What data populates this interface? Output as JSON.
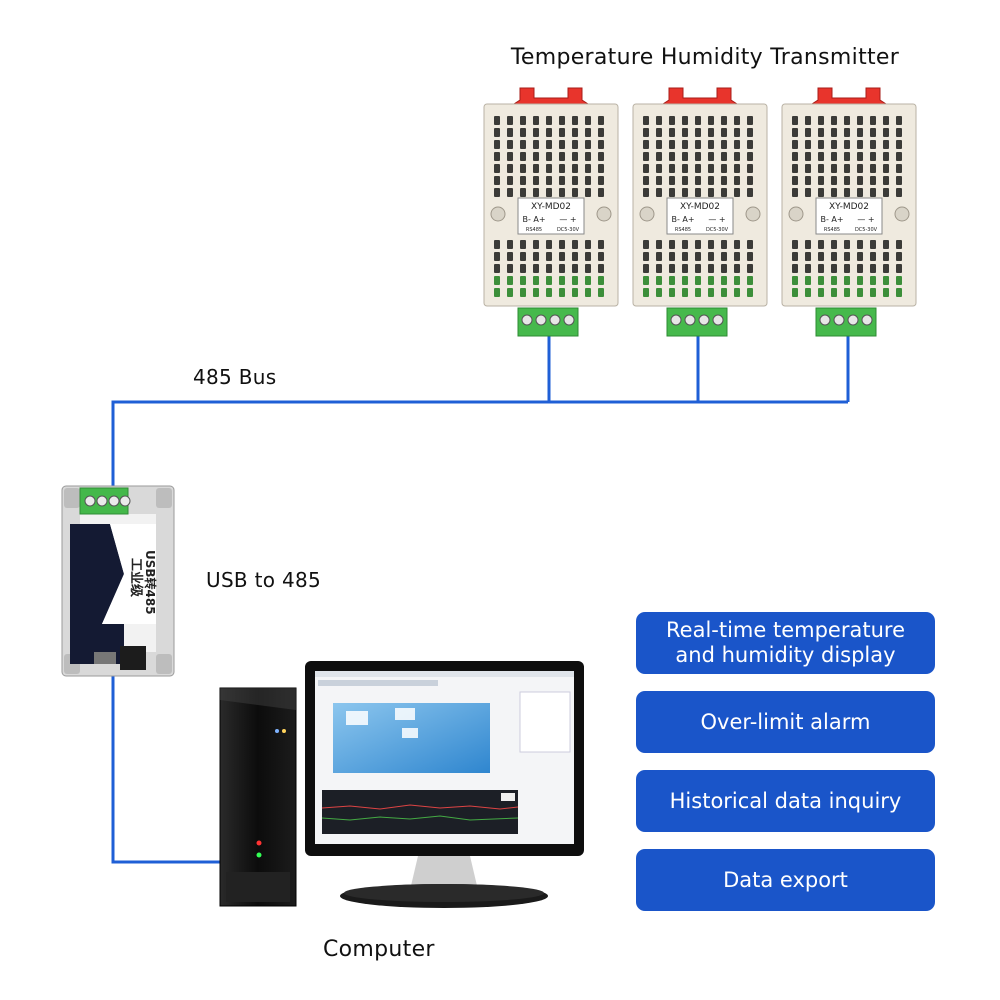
{
  "diagram": {
    "title": "Temperature Humidity Transmitter",
    "bus_label": "485 Bus",
    "converter_label": "USB to 485",
    "computer_label": "Computer",
    "wire_color": "#1f5fd6",
    "feature_box_color": "#1a55c9",
    "transmitter_model": "XY-MD02",
    "terminal_labels": {
      "bus": "B- A+",
      "power": "— +",
      "bus_sub": "RS485",
      "power_sub": "DC5-30V"
    },
    "features": [
      "Real-time temperature\nand humidity display",
      "Over-limit alarm",
      "Historical data inquiry",
      "Data export"
    ]
  }
}
